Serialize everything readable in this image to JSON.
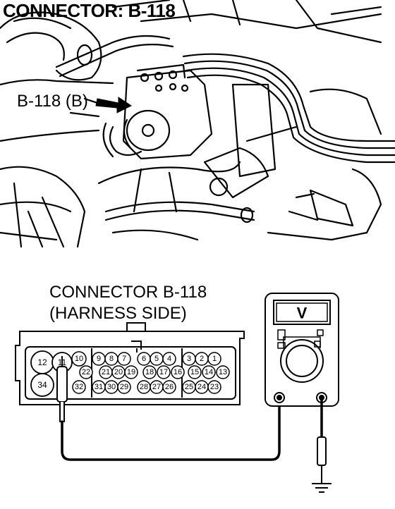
{
  "title": "CONNECTOR: B-118",
  "photo_label": "B-118 (B)",
  "connector": {
    "title_line1": "CONNECTOR B-118",
    "title_line2": "(HARNESS SIDE)",
    "pins": {
      "p12": "12",
      "p11": "11",
      "p10": "10",
      "p34": "34",
      "p22": "22",
      "p32": "32",
      "p9": "9",
      "p8": "8",
      "p7": "7",
      "p6": "6",
      "p5": "5",
      "p4": "4",
      "p3": "3",
      "p2": "2",
      "p1": "1",
      "p21": "21",
      "p20": "20",
      "p19": "19",
      "p18": "18",
      "p17": "17",
      "p16": "16",
      "p15": "15",
      "p14": "14",
      "p13": "13",
      "p31": "31",
      "p30": "30",
      "p29": "29",
      "p28": "28",
      "p27": "27",
      "p26": "26",
      "p25": "25",
      "p24": "24",
      "p23": "23"
    }
  },
  "meter": {
    "display": "V"
  }
}
